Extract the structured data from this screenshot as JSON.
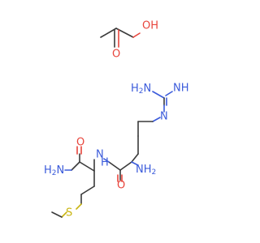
{
  "atoms": {
    "acetic_O_single": "OH",
    "acetic_O_double": "O",
    "guan_NH2_left": "H2N",
    "guan_NH_right": "NH",
    "guan_N": "N",
    "amide_NH2": "H2N",
    "amide_O": "O",
    "peptide_NH": "N",
    "peptide_H": "H",
    "alpha_NH2": "NH2",
    "peptide_O": "O",
    "sulfur": "S"
  },
  "colors": {
    "bond": "#3a3a3a",
    "oxygen": "#e8453c",
    "nitrogen": "#3b5bdb",
    "sulfur": "#c9b40f"
  }
}
